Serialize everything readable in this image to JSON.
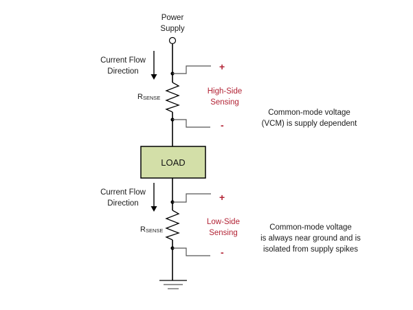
{
  "diagram": {
    "power_supply_label_line1": "Power",
    "power_supply_label_line2": "Supply",
    "load_label": "LOAD",
    "high_side": {
      "flow_label_line1": "Current Flow",
      "flow_label_line2": "Direction",
      "resistor_label_main": "R",
      "resistor_label_sub": "SENSE",
      "sensing_label_line1": "High-Side",
      "sensing_label_line2": "Sensing",
      "plus": "+",
      "minus": "-",
      "note_line1": "Common-mode voltage",
      "note_line2": "(VCM) is supply dependent"
    },
    "low_side": {
      "flow_label_line1": "Current Flow",
      "flow_label_line2": "Direction",
      "resistor_label_main": "R",
      "resistor_label_sub": "SENSE",
      "sensing_label_line1": "Low-Side",
      "sensing_label_line2": "Sensing",
      "plus": "+",
      "minus": "-",
      "note_line1": "Common-mode voltage",
      "note_line2": "is always near ground and is",
      "note_line3": "isolated from supply spikes"
    },
    "colors": {
      "accent_red": "#b22234",
      "load_fill": "#d3dfa8",
      "wire": "#000000"
    }
  }
}
